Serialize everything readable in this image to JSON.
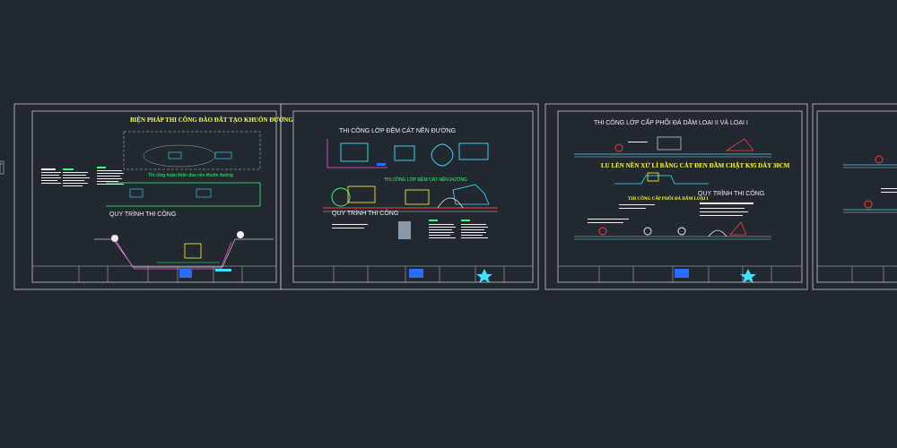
{
  "app": {
    "view": "model-space"
  },
  "colors": {
    "background": "#212830",
    "sheet_border": "#c8c8c8",
    "title_yellow": "#ffff3c",
    "cyan": "#40e0ff",
    "green": "#3cff6e",
    "magenta": "#ff4fd8",
    "red": "#ff3c3c",
    "white": "#f0f0f0"
  },
  "sheets": [
    {
      "name": "sheet-1",
      "title": "BIỆN PHÁP THI CÔNG ĐÀO ĐẤT TẠO KHUÔN ĐƯỜNG",
      "subtitle": "Thi công hoàn thiện đào nền khuôn đường",
      "process_title": "QUY TRÌNH THI CÔNG"
    },
    {
      "name": "sheet-2",
      "title": "THI CÔNG LỚP ĐỆM CÁT NỀN ĐƯỜNG",
      "subtitle": "THI CÔNG LỚP ĐỆM CÁT NỀN ĐƯỜNG",
      "process_title": "QUY TRÌNH THI CÔNG"
    },
    {
      "name": "sheet-3",
      "title": "THI CÔNG LỚP CẤP PHỐI ĐÁ DĂM LOẠI II VÀ LOẠI I",
      "subtitle": "LU LÈN NỀN XỬ LÍ BẰNG CÁT ĐEN ĐẦM CHẶT K95 DÀY 30CM",
      "sub2": "THI CÔNG CẤP PHỐI ĐÁ DĂM LOẠI I",
      "process_title": "QUY TRÌNH THI CÔNG"
    },
    {
      "name": "sheet-4",
      "title": ""
    }
  ]
}
